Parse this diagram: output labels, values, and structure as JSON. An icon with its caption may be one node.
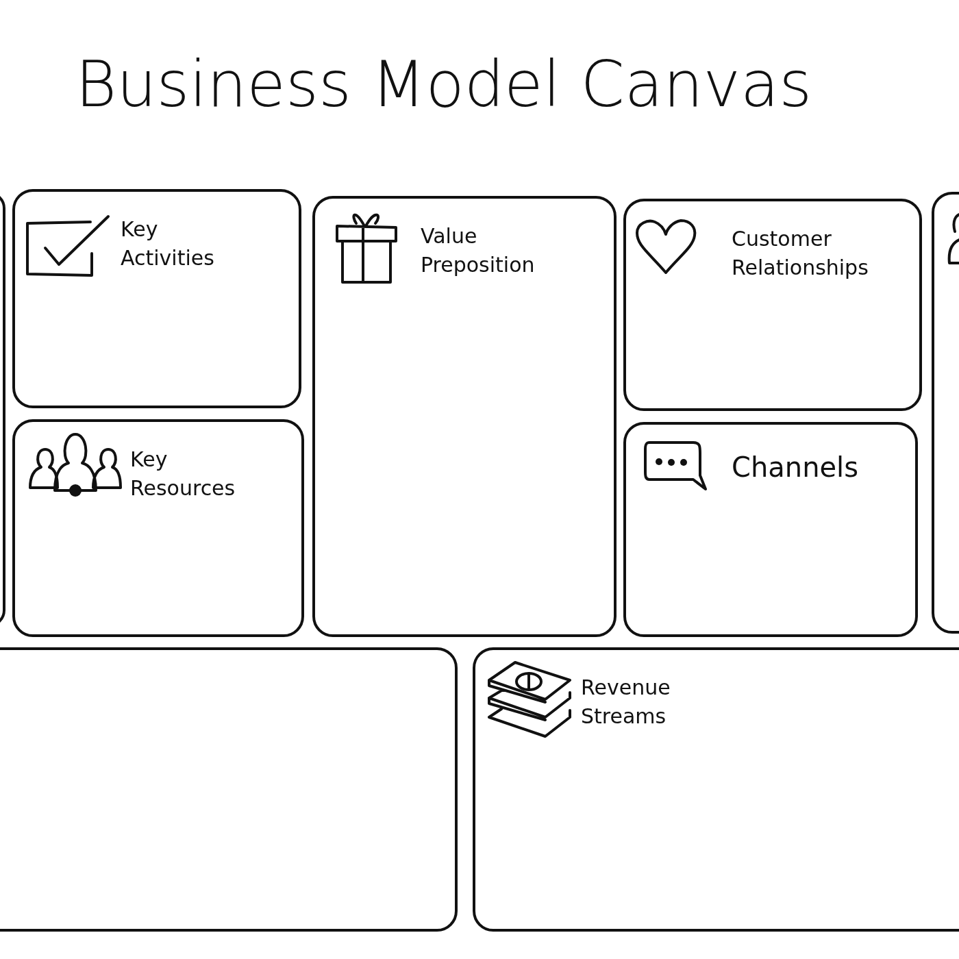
{
  "diagram": {
    "title": "Business Model Canvas",
    "nodes": [
      {
        "text": [],
        "shape": "box"
      },
      {
        "text": [
          "Key Activities"
        ]
      },
      {
        "text": [
          "Key Resources"
        ]
      },
      {
        "text": [
          "Value Preposition"
        ]
      },
      {
        "text": [
          "Customer Relationships"
        ]
      },
      {
        "text": [
          "Channels"
        ]
      },
      {
        "text": [],
        "shape": "box"
      },
      {
        "text": [],
        "shape": "box"
      },
      {
        "text": [
          "Revenue Streams"
        ]
      }
    ]
  }
}
